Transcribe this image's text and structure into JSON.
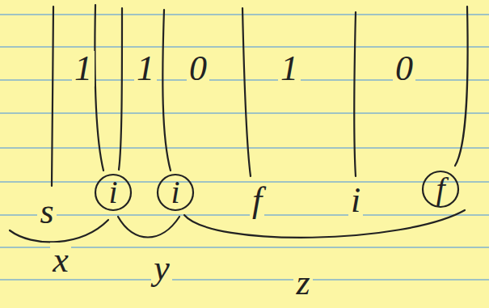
{
  "diagram": {
    "nodes": [
      {
        "text": [
          "i"
        ]
      },
      {
        "text": [
          "i"
        ]
      },
      {
        "text": [
          "f"
        ]
      }
    ],
    "labels": [
      "1",
      "1",
      "0",
      "1",
      "0",
      "s",
      "f",
      "i",
      "x",
      "y",
      "z"
    ]
  }
}
